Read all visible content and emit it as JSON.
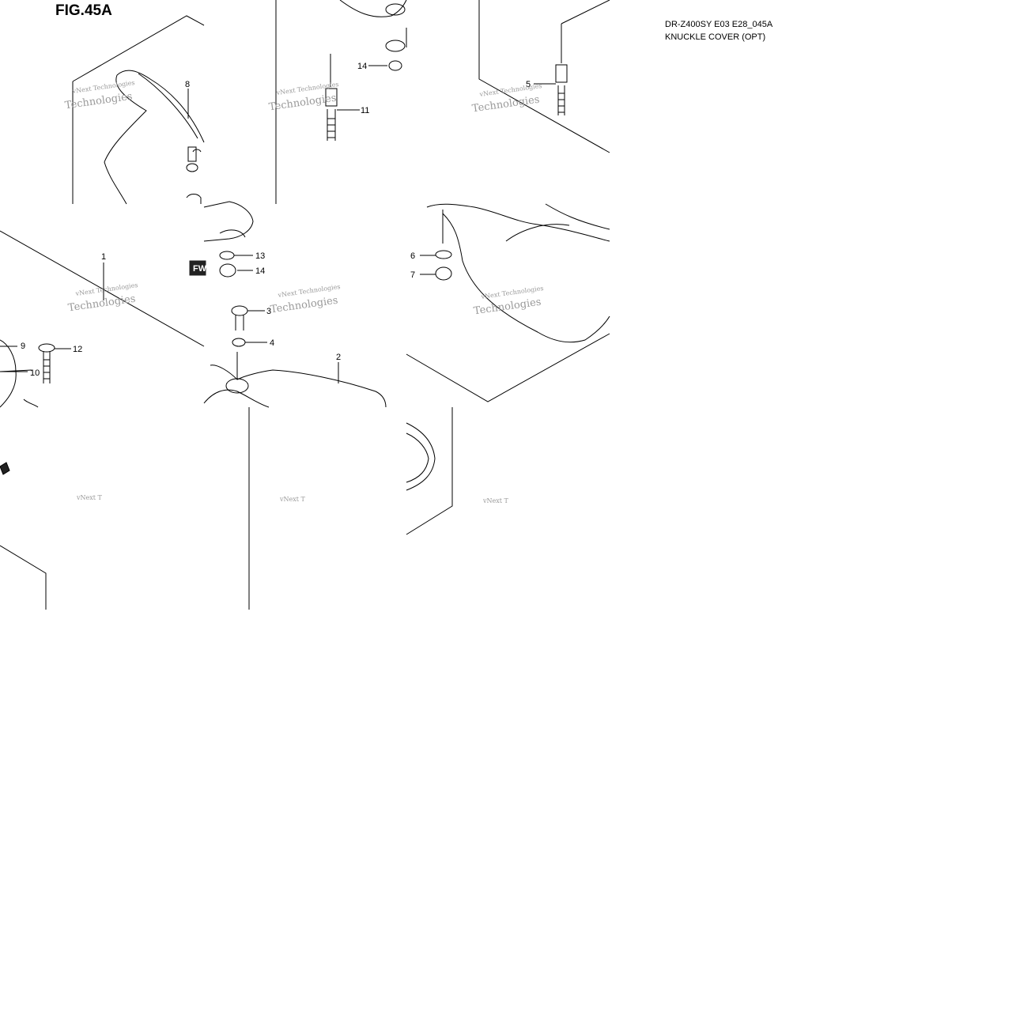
{
  "figure": {
    "title": "FIG.45A",
    "model_code": "DR-Z400SY E03 E28_045A",
    "section_name": "KNUCKLE COVER (OPT)"
  },
  "callouts": [
    "1",
    "2",
    "3",
    "4",
    "5",
    "6",
    "7",
    "8",
    "9",
    "10",
    "11",
    "12",
    "13",
    "14",
    "14"
  ],
  "watermark": {
    "line1": "vNext Technologies",
    "line2": "Technologies"
  },
  "arrow_label": "FW"
}
